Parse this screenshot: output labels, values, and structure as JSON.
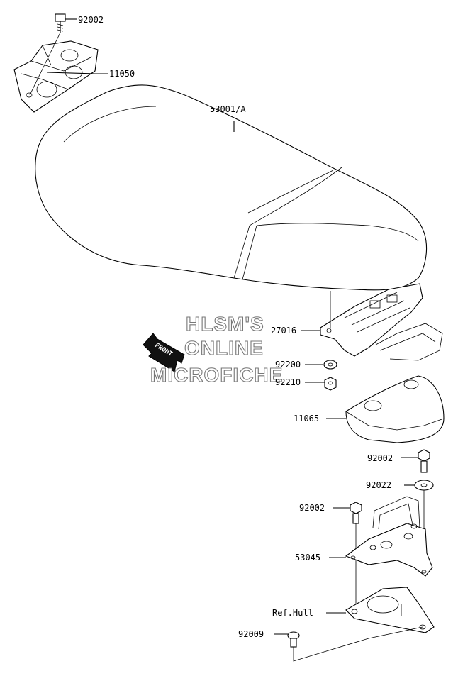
{
  "labels": {
    "p92002_top": "92002",
    "p11050": "11050",
    "p53001a": "53001/A",
    "p27016": "27016",
    "p92200": "92200",
    "p92210": "92210",
    "p11065": "11065",
    "p92002_mid": "92002",
    "p92022": "92022",
    "p92002_low": "92002",
    "p53045": "53045",
    "ref_hull": "Ref.Hull",
    "p92009": "92009"
  },
  "watermark": {
    "line1": "HLSM'S",
    "line2": "ONLINE",
    "line3": "MICROFICHE"
  },
  "front_arrow": {
    "label": "FRONT"
  }
}
